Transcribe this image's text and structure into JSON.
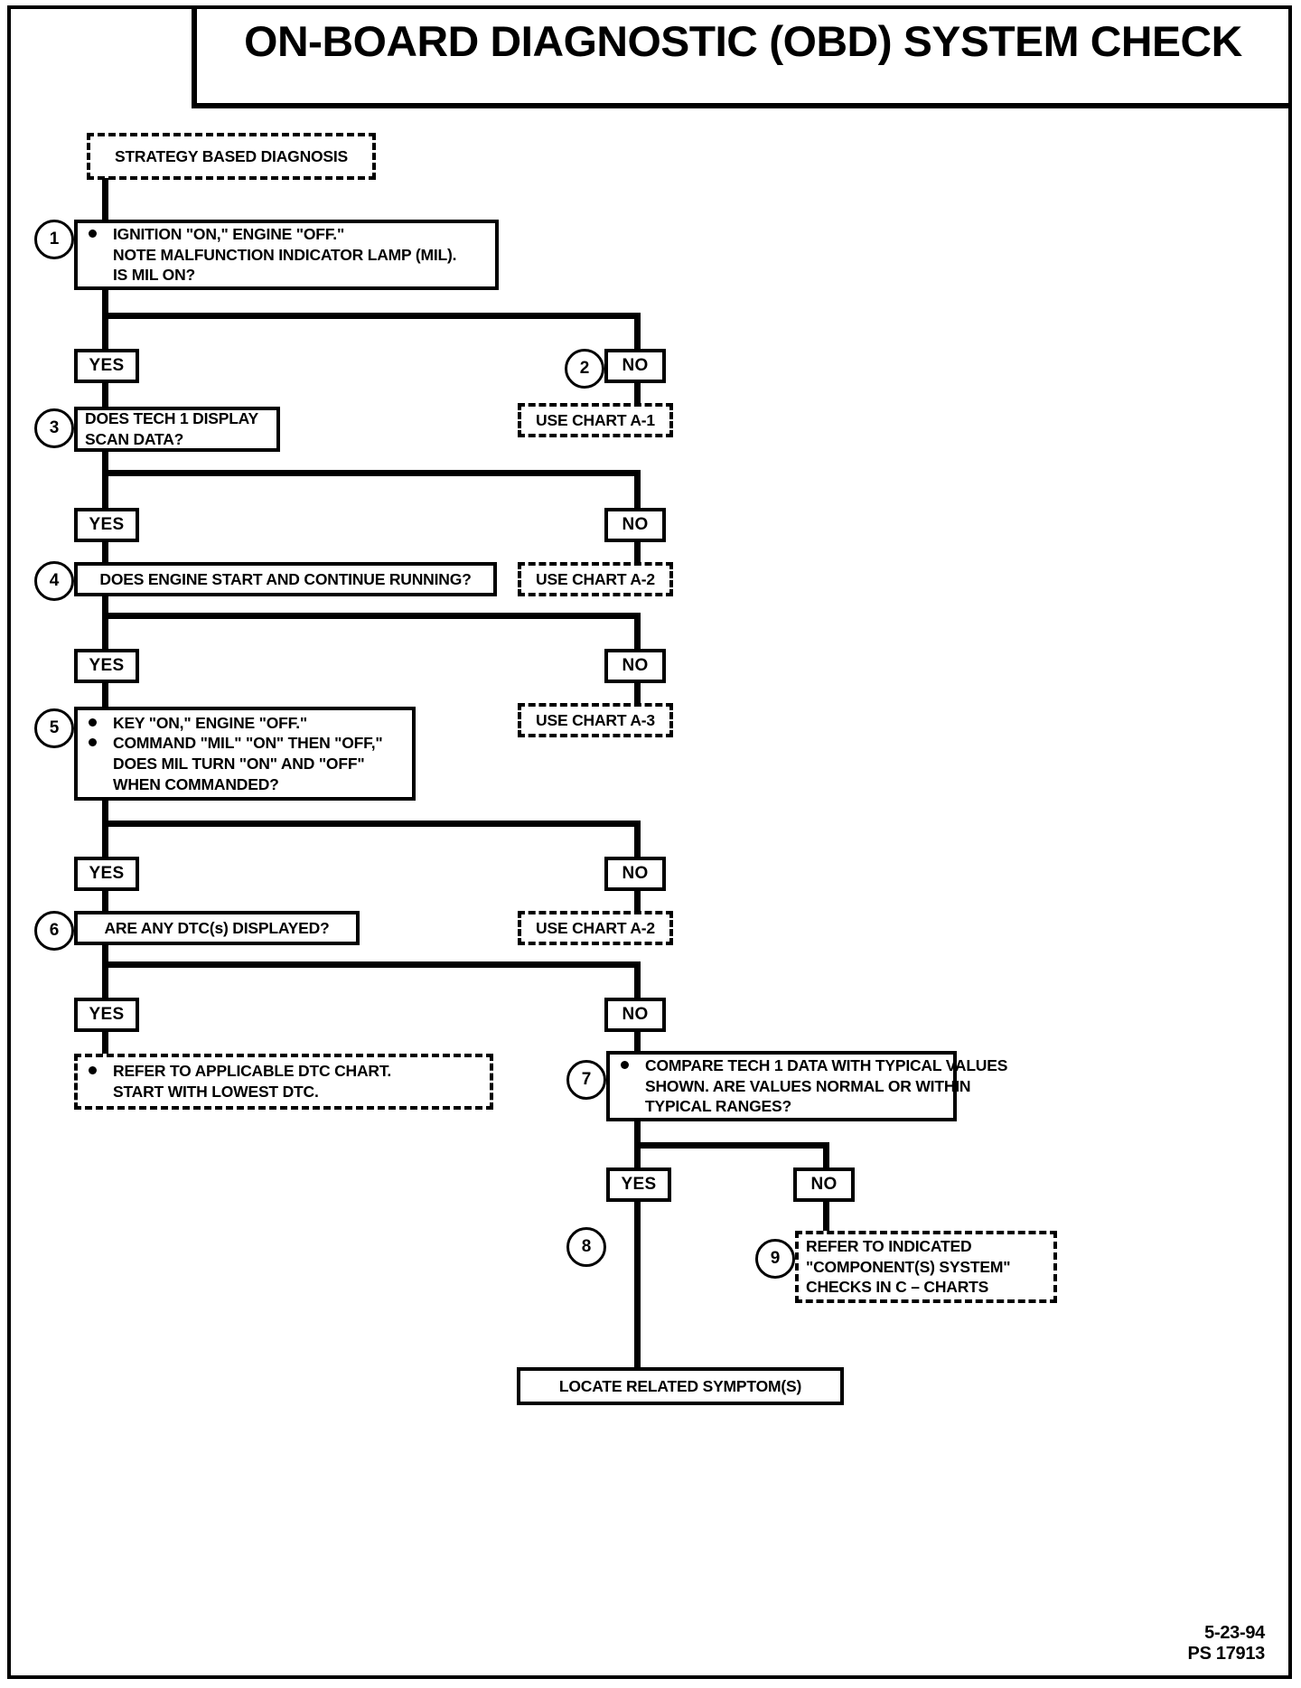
{
  "document": {
    "title": "ON-BOARD DIAGNOSTIC (OBD) SYSTEM CHECK",
    "footer_date": "5-23-94",
    "footer_code": "PS 17913"
  },
  "labels": {
    "yes": "YES",
    "no": "NO"
  },
  "nodes": {
    "start": {
      "text": "STRATEGY BASED DIAGNOSIS"
    },
    "step1": {
      "number": "1",
      "line1": "IGNITION \"ON,\" ENGINE \"OFF.\"",
      "line2": "NOTE MALFUNCTION INDICATOR LAMP (MIL).",
      "line3": "IS MIL ON?"
    },
    "step2": {
      "number": "2",
      "text": "USE CHART A-1"
    },
    "step3": {
      "number": "3",
      "line1": "DOES TECH 1 DISPLAY",
      "line2": "SCAN DATA?"
    },
    "chart_a2_top": {
      "text": "USE CHART A-2"
    },
    "step4": {
      "number": "4",
      "text": "DOES ENGINE START AND CONTINUE RUNNING?"
    },
    "chart_a3": {
      "text": "USE CHART A-3"
    },
    "step5": {
      "number": "5",
      "b1_line1": "KEY \"ON,\" ENGINE \"OFF.\"",
      "b2_line1": "COMMAND \"MIL\" \"ON\" THEN \"OFF,\"",
      "b2_line2": "DOES MIL TURN \"ON\" AND \"OFF\"",
      "b2_line3": "WHEN COMMANDED?"
    },
    "step6": {
      "number": "6",
      "text": "ARE ANY DTC(s) DISPLAYED?"
    },
    "chart_a2_bottom": {
      "text": "USE CHART A-2"
    },
    "dtc_refer": {
      "line1": "REFER TO APPLICABLE DTC CHART.",
      "line2": "START WITH LOWEST DTC."
    },
    "step7": {
      "number": "7",
      "line1": "COMPARE TECH 1 DATA WITH TYPICAL VALUES",
      "line2": "SHOWN. ARE VALUES  NORMAL OR WITHIN",
      "line3": "TYPICAL RANGES?"
    },
    "step8": {
      "number": "8"
    },
    "step9": {
      "number": "9",
      "line1": "REFER TO INDICATED",
      "line2": "\"COMPONENT(S) SYSTEM\"",
      "line3": "CHECKS IN  C – CHARTS"
    },
    "locate": {
      "text": "LOCATE RELATED SYMPTOM(S)"
    }
  },
  "colors": {
    "ink": "#000000",
    "paper": "#ffffff"
  }
}
